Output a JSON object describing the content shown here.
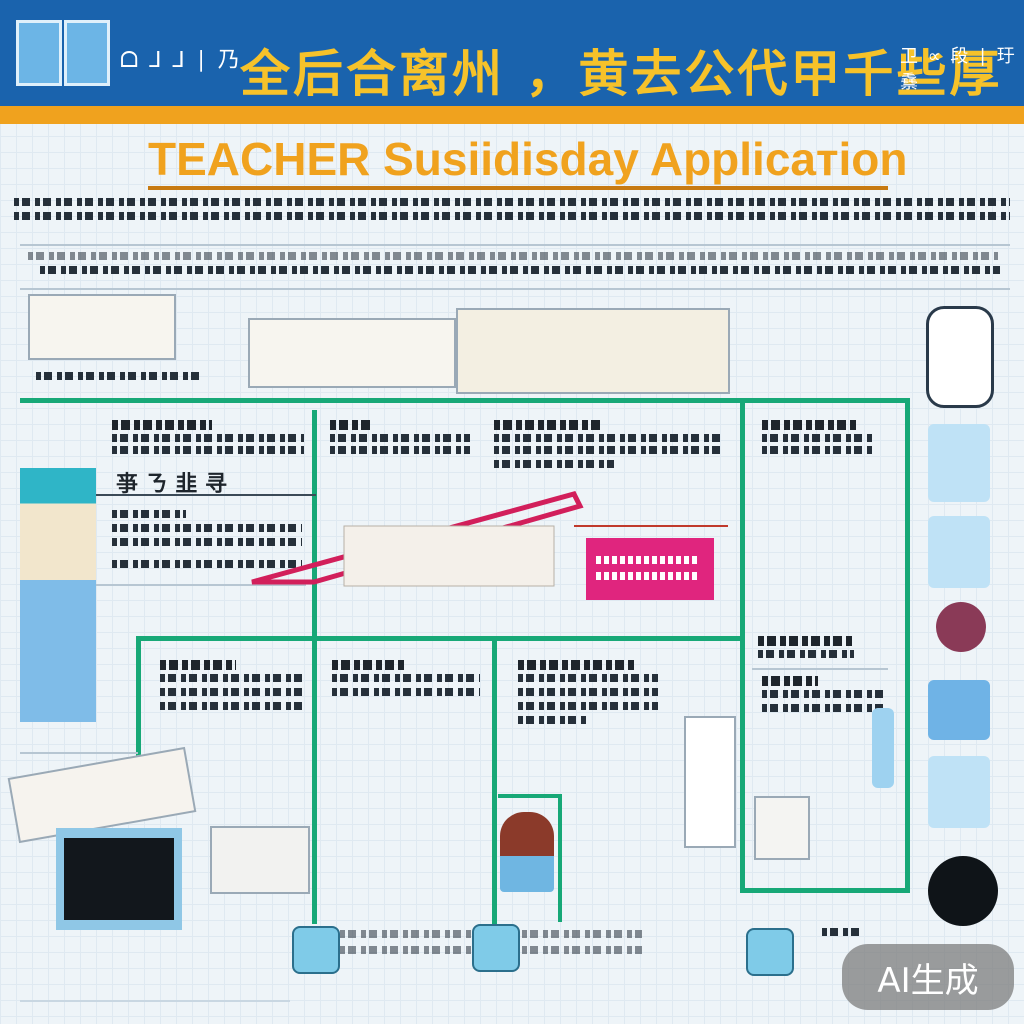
{
  "header": {
    "left_small_text": "ᗝ ⅃ ⅃ ∣ 乃",
    "cjk_title": "全后合离州 ，黄去公代甲千些厚",
    "right_small_text": "卫 ∝ 段 ∣ 玗䄟"
  },
  "title": "TEACHER Susiidisday Applicaтion",
  "panels": {
    "left_caption": "亊 ㄋ 韭 寻"
  },
  "colors": {
    "header_blue": "#1a63ad",
    "accent_orange": "#f0a21e",
    "flow_green": "#17a877",
    "highlight_pink": "#e0257e"
  },
  "icons": [
    "building-logo-icon",
    "bus-icon",
    "document-icon",
    "person-icon",
    "server-icon",
    "ruler-icon",
    "face-icon"
  ],
  "badge": "AI生成"
}
